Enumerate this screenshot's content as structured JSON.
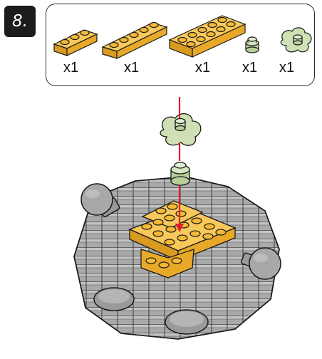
{
  "step": {
    "number": "8."
  },
  "parts": [
    {
      "name": "yellow-plate-1x3",
      "color": "#f5b935",
      "quantity": "x1"
    },
    {
      "name": "yellow-plate-1x5",
      "color": "#f5b935",
      "quantity": "x1"
    },
    {
      "name": "yellow-plate-2x5",
      "color": "#f5b935",
      "quantity": "x1"
    },
    {
      "name": "light-green-round-plate-1x1",
      "color": "#cfe0b4",
      "quantity": "x1"
    },
    {
      "name": "light-green-flower-plate",
      "color": "#cfe0b4",
      "quantity": "x1"
    }
  ],
  "colors": {
    "yellow": "#f5b935",
    "light_green": "#cfe0b4",
    "gray": "#a7a7a7",
    "arrow": "#e11d2b",
    "outline": "#1a1a1a"
  }
}
